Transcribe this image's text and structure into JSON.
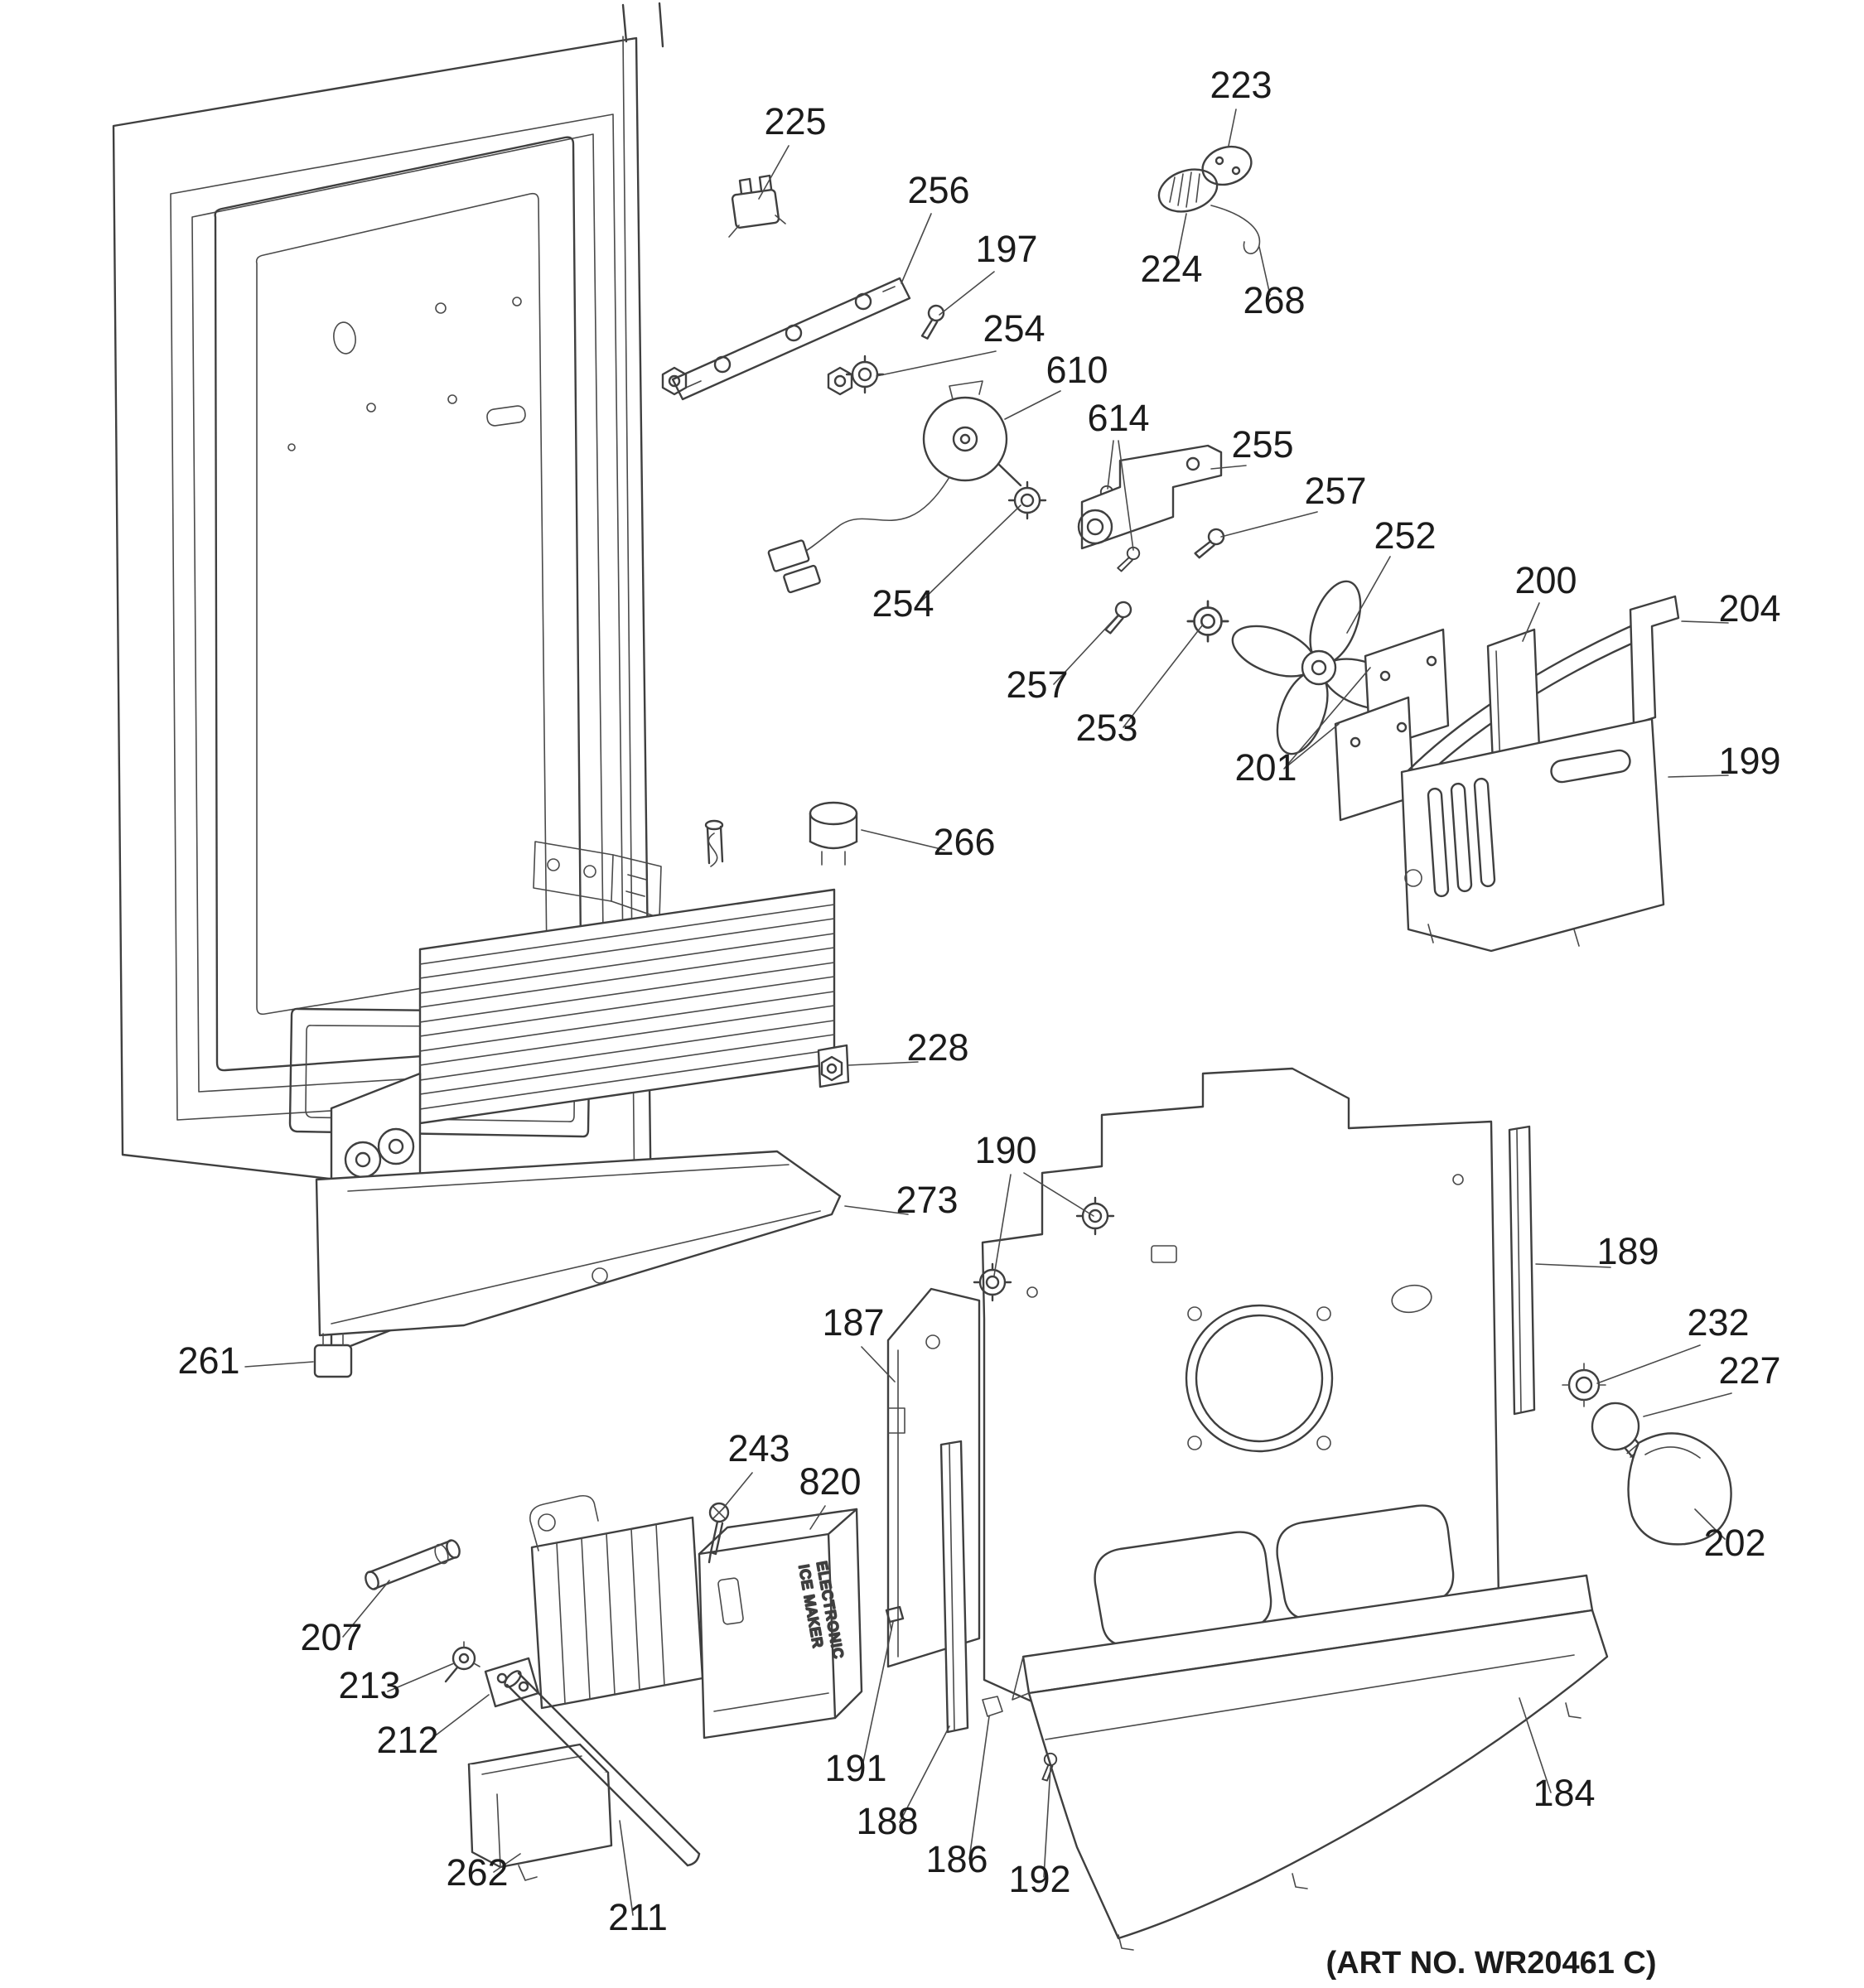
{
  "diagram": {
    "type": "exploded-parts-diagram",
    "art_no": "(ART NO. WR20461 C)",
    "colors": {
      "background": "#ffffff",
      "line": "#3f3f3f",
      "label_text": "#1b1b1b"
    },
    "ice_maker": {
      "line1": "ELECTRONIC",
      "line2": "ICE MAKER"
    },
    "callouts": [
      {
        "part": "225"
      },
      {
        "part": "256"
      },
      {
        "part": "197"
      },
      {
        "part": "254"
      },
      {
        "part": "610"
      },
      {
        "part": "614"
      },
      {
        "part": "255"
      },
      {
        "part": "257"
      },
      {
        "part": "252"
      },
      {
        "part": "200"
      },
      {
        "part": "204"
      },
      {
        "part": "199"
      },
      {
        "part": "223"
      },
      {
        "part": "224"
      },
      {
        "part": "268"
      },
      {
        "part": "254"
      },
      {
        "part": "257"
      },
      {
        "part": "253"
      },
      {
        "part": "201"
      },
      {
        "part": "266"
      },
      {
        "part": "228"
      },
      {
        "part": "273"
      },
      {
        "part": "261"
      },
      {
        "part": "190"
      },
      {
        "part": "187"
      },
      {
        "part": "189"
      },
      {
        "part": "232"
      },
      {
        "part": "227"
      },
      {
        "part": "202"
      },
      {
        "part": "243"
      },
      {
        "part": "820"
      },
      {
        "part": "207"
      },
      {
        "part": "213"
      },
      {
        "part": "212"
      },
      {
        "part": "262"
      },
      {
        "part": "211"
      },
      {
        "part": "191"
      },
      {
        "part": "188"
      },
      {
        "part": "186"
      },
      {
        "part": "192"
      },
      {
        "part": "184"
      }
    ]
  }
}
